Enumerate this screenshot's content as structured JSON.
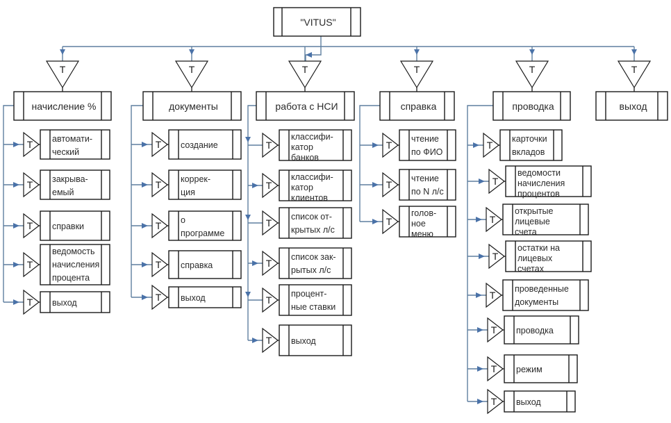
{
  "diagram": {
    "type": "menu-structure-tree",
    "root": {
      "label": "\"VITUS\""
    },
    "transition_symbol": "T",
    "colors": {
      "connector": "#5f7f9f",
      "arrow": "#4a72a8",
      "outline": "#1a1a1a"
    },
    "menus": [
      {
        "id": "accrual",
        "label": "начисление %",
        "items": [
          {
            "lines": [
              "автомати-",
              "ческий"
            ]
          },
          {
            "lines": [
              "закрыва-",
              "емый"
            ]
          },
          {
            "lines": [
              "справки"
            ]
          },
          {
            "lines": [
              "ведомость",
              "начисления",
              "процента"
            ]
          },
          {
            "lines": [
              "выход"
            ]
          }
        ]
      },
      {
        "id": "documents",
        "label": "документы",
        "items": [
          {
            "lines": [
              "создание"
            ]
          },
          {
            "lines": [
              "коррек-",
              "ция"
            ]
          },
          {
            "lines": [
              "о",
              "программе"
            ]
          },
          {
            "lines": [
              "справка"
            ]
          },
          {
            "lines": [
              "выход"
            ]
          }
        ]
      },
      {
        "id": "nsi",
        "label": "работа с НСИ",
        "items": [
          {
            "lines": [
              "классифи-",
              "катор",
              "банков"
            ]
          },
          {
            "lines": [
              "классифи-",
              "катор",
              "клиентов"
            ]
          },
          {
            "lines": [
              "список от-",
              "крытых л/с"
            ]
          },
          {
            "lines": [
              "список зак-",
              "рытых л/с"
            ]
          },
          {
            "lines": [
              "процент-",
              "ные ставки"
            ]
          },
          {
            "lines": [
              "выход"
            ]
          }
        ]
      },
      {
        "id": "help",
        "label": "справка",
        "items": [
          {
            "lines": [
              "чтение",
              "по ФИО"
            ]
          },
          {
            "lines": [
              "чтение",
              "по N л/с"
            ]
          },
          {
            "lines": [
              "голов-",
              "ное",
              "меню"
            ]
          }
        ]
      },
      {
        "id": "posting",
        "label": "проводка",
        "items": [
          {
            "lines": [
              "карточки",
              "вкладов"
            ]
          },
          {
            "lines": [
              "ведомости",
              "начисления",
              "процентов"
            ]
          },
          {
            "lines": [
              "открытые",
              "лицевые",
              "счета"
            ]
          },
          {
            "lines": [
              "остатки на",
              "лицевых",
              "счетах"
            ]
          },
          {
            "lines": [
              "проведенные",
              "документы"
            ]
          },
          {
            "lines": [
              "проводка"
            ]
          },
          {
            "lines": [
              "режим"
            ]
          },
          {
            "lines": [
              "выход"
            ]
          }
        ]
      },
      {
        "id": "exit",
        "label": "выход",
        "items": []
      }
    ]
  }
}
